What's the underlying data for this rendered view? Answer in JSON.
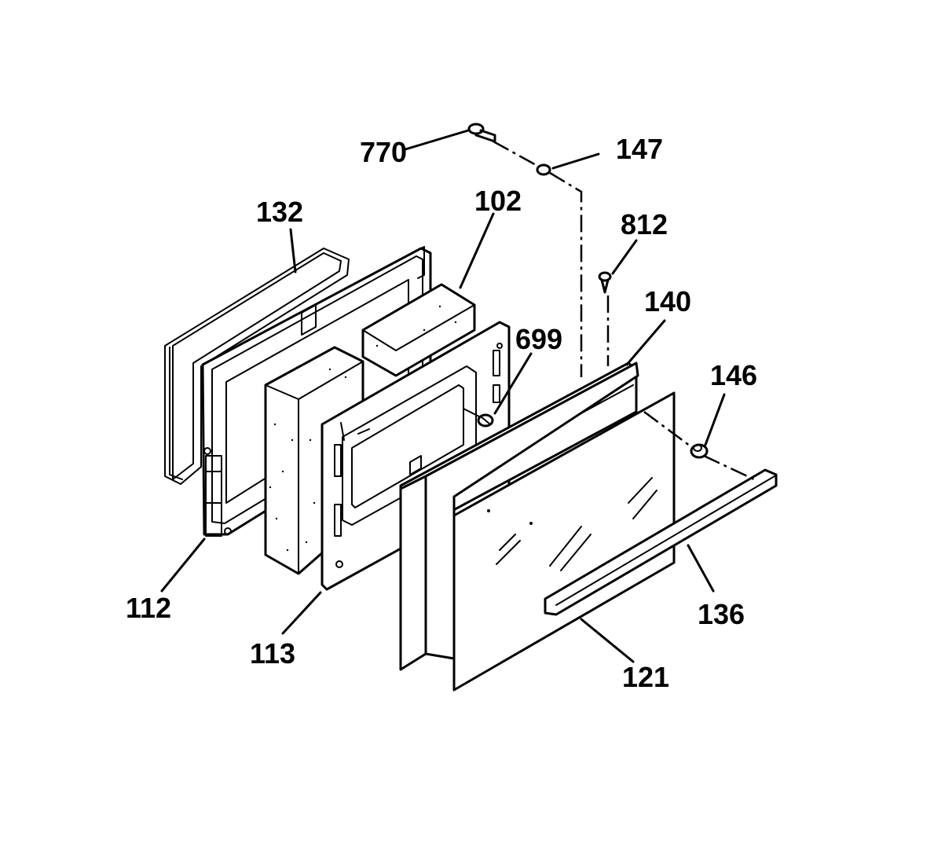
{
  "labels": {
    "p770": "770",
    "p147": "147",
    "p132": "132",
    "p102": "102",
    "p812": "812",
    "p699": "699",
    "p140": "140",
    "p146": "146",
    "p112": "112",
    "p113": "113",
    "p136": "136",
    "p121": "121"
  }
}
